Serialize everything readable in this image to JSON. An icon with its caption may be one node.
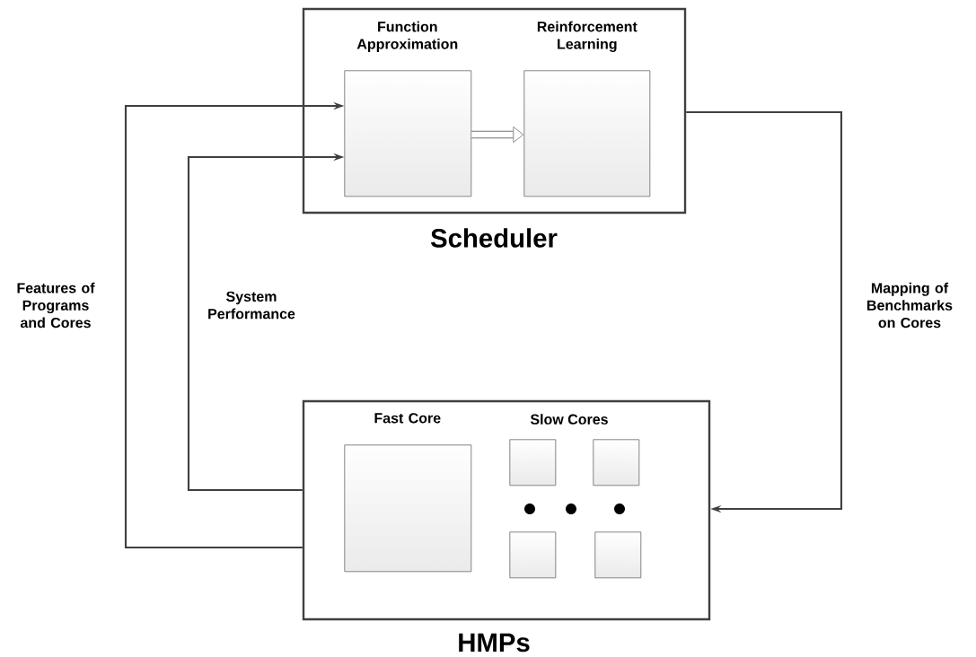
{
  "diagram": {
    "nodes": [
      {
        "text": [
          "Scheduler"
        ]
      },
      {
        "text": [
          "Function Approximation"
        ],
        "in": 0
      },
      {
        "text": [
          "Reinforcement Learning"
        ],
        "in": 0
      },
      {
        "text": [
          "HMPs"
        ]
      },
      {
        "text": [
          "Fast Core"
        ],
        "in": 3
      },
      {
        "text": [],
        "shape": "box",
        "in": 3
      },
      {
        "text": [],
        "shape": "box",
        "in": 3
      },
      {
        "text": [],
        "shape": "box",
        "in": 3
      },
      {
        "text": [],
        "shape": "box",
        "in": 3
      }
    ],
    "edges": [
      {
        "from": 3,
        "to": 1,
        "arrow": "to",
        "label": "Features of Programs and Cores"
      },
      {
        "from": 3,
        "to": 1,
        "arrow": "to",
        "label": "System Performance"
      },
      {
        "from": 1,
        "to": 2,
        "arrow": "to",
        "style": "thick"
      },
      {
        "from": 0,
        "to": 3,
        "arrow": "to",
        "label": "Mapping of Benchmarks on Cores"
      }
    ],
    "labels": [
      "Slow Cores"
    ]
  }
}
